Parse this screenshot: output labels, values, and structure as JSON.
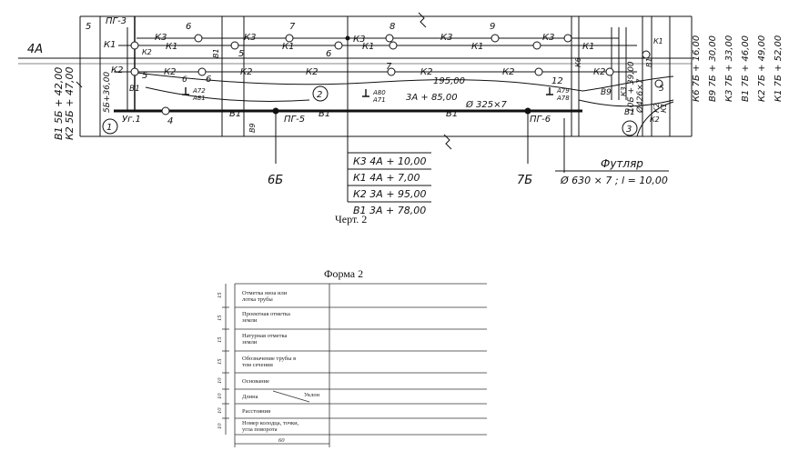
{
  "plan": {
    "left_labels": [
      "5",
      "4A",
      "ПГ-3",
      "К1",
      "К2",
      "4",
      "5",
      "К2",
      "В1",
      "Уг.1",
      "4",
      "5Б+36,00"
    ],
    "vertical_left": [
      "В1 5Б + 42,00",
      "К2 5Б + 47,00"
    ],
    "top_numbers": [
      "6",
      "7",
      "8",
      "9"
    ],
    "line_labels": {
      "k3": [
        "К3",
        "К3",
        "К3",
        "К3",
        "К3"
      ],
      "k1": [
        "К1",
        "К1",
        "К1",
        "К1",
        "К1",
        "К1"
      ],
      "k2": [
        "К2",
        "К2",
        "К2",
        "К2",
        "К2",
        "К2",
        "К2"
      ],
      "b1": [
        "В1",
        "В1",
        "В1",
        "В1"
      ]
    },
    "node_numbers": [
      "5",
      "6",
      "6",
      "7",
      "12",
      "6"
    ],
    "circled": [
      "1",
      "2",
      "3"
    ],
    "pg": [
      "ПГ-5",
      "ПГ-6"
    ],
    "pipe_labels": [
      "3А + 85,00",
      "195,00",
      "Ø 325×7",
      "В9",
      "В1",
      "К6",
      "К3",
      "В9",
      "10Б + 39,00",
      "Ø426×7",
      "В1",
      "К2",
      "К1",
      "5"
    ],
    "valves": [
      "А72",
      "А81",
      "А80",
      "А71",
      "А79",
      "А78"
    ],
    "profile_marks": [
      "6Б",
      "7Б"
    ],
    "vertical_right": [
      "К6  7Б + 16,00",
      "В9  7Б + 30,00",
      "К3  7Б + 33,00",
      "В1  7Б + 46,00",
      "К2  7Б + 49,00",
      "К1  7Б + 52,00"
    ],
    "table_rows": [
      "К3  4А + 10,00",
      "К1  4А + 7,00",
      "К2  3А + 95,00",
      "В1  3А + 78,00"
    ],
    "case_title": "Футляр",
    "case_spec": "Ø 630 × 7 ;  l = 10,00"
  },
  "caption1": "Черт. 2",
  "caption2": "Форма 2",
  "form": {
    "rows": [
      {
        "label": [
          "Отметка низа или",
          "лотка трубы"
        ],
        "size": "15"
      },
      {
        "label": [
          "Проектная отметка",
          "земли"
        ],
        "size": "15"
      },
      {
        "label": [
          "Натурная отметка",
          "земли"
        ],
        "size": "15"
      },
      {
        "label": [
          "Обозначение трубы в",
          "том сечении"
        ],
        "size": "15"
      },
      {
        "label": [
          "Основание"
        ],
        "size": "10"
      },
      {
        "label": [
          "Длина",
          "Уклон"
        ],
        "size": "10"
      },
      {
        "label": [
          "Расстояния"
        ],
        "size": "10"
      },
      {
        "label": [
          "Номер колодца, точки,",
          "угла поворота"
        ],
        "size": "10"
      }
    ],
    "bottom_dim": "60"
  }
}
